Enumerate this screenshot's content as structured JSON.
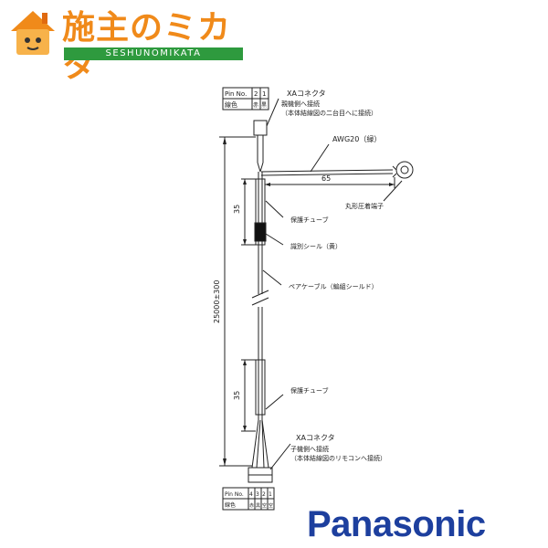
{
  "logo": {
    "title": "施主のミカタ",
    "subtitle": "SESHUNOMIKATA"
  },
  "brand": {
    "name": "Panasonic"
  },
  "diagram": {
    "top_table": {
      "header_label": "Pin No.",
      "pins": [
        "2",
        "1"
      ],
      "color_label": "線色",
      "colors": [
        "赤",
        "黒"
      ]
    },
    "bottom_table": {
      "header_label": "Pin No.",
      "pins": [
        "4",
        "3",
        "2",
        "1"
      ],
      "color_label": "線色",
      "colors": [
        "赤",
        "黒",
        "空",
        "空"
      ]
    },
    "labels": {
      "xa_top": "XAコネクタ",
      "xa_top_desc1": "親機側へ接続",
      "xa_top_desc2": "（本体結線図の二台目へに接続）",
      "awg": "AWG20（緑）",
      "dim_65": "65",
      "ring_terminal": "丸形圧着端子",
      "dim_35_top": "35",
      "protect_tube_top": "保護チューブ",
      "id_seal": "識別シール（黄）",
      "length": "25000±300",
      "pair_cable": "ペアケーブル（編組シールド）",
      "dim_35_bottom": "35",
      "protect_tube_bottom": "保護チューブ",
      "xa_bottom": "XAコネクタ",
      "xa_bottom_desc1": "子機側へ接続",
      "xa_bottom_desc2": "（本体結線図のリモコンへ接続）"
    }
  },
  "colors": {
    "logo_orange": "#f08a1a",
    "logo_green": "#2e9a3e",
    "brand_blue": "#1d3f9e"
  }
}
